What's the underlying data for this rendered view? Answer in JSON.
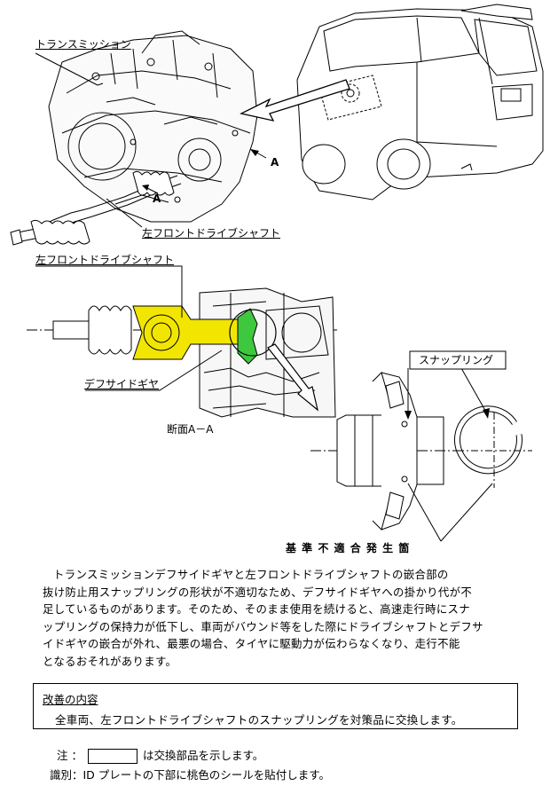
{
  "labels": {
    "transmission": "トランスミッション",
    "left_drive_shaft_top": "左フロントドライブシャフト",
    "left_drive_shaft_mid": "左フロントドライブシャフト",
    "snap_ring": "スナップリング",
    "diff_side_gear": "デフサイドギヤ",
    "section": "断面A－A",
    "nonconformity": "基 準 不 適 合 発 生 箇",
    "marker_a1": "A",
    "marker_a2": "A"
  },
  "description": [
    "トランスミッションデフサイドギヤと左フロントドライブシャフトの嵌合部の",
    "抜け防止用スナップリングの形状が不適切なため、デフサイドギヤへの掛かり代が不",
    "足しているものがあります。そのため、そのまま使用を続けると、高速走行時にスナ",
    "ップリングの保持力が低下し、車両がバウンド等をした際にドライブシャフトとデフサ",
    "イドギヤの嵌合が外れ、最悪の場合、タイヤに駆動力が伝わらなくなり、走行不能",
    "となるおそれがあります。"
  ],
  "improvement": {
    "title": "改善の内容",
    "text": "全車両、左フロントドライブシャフトのスナップリングを対策品に交換します。"
  },
  "note": {
    "prefix": "注 ：",
    "text": "は交換部品を示します。"
  },
  "identification": "識別：ID プレートの下部に桃色のシールを貼付します。",
  "colors": {
    "replacement_part": "#f2e600",
    "diff_gear": "#3ec83e"
  }
}
